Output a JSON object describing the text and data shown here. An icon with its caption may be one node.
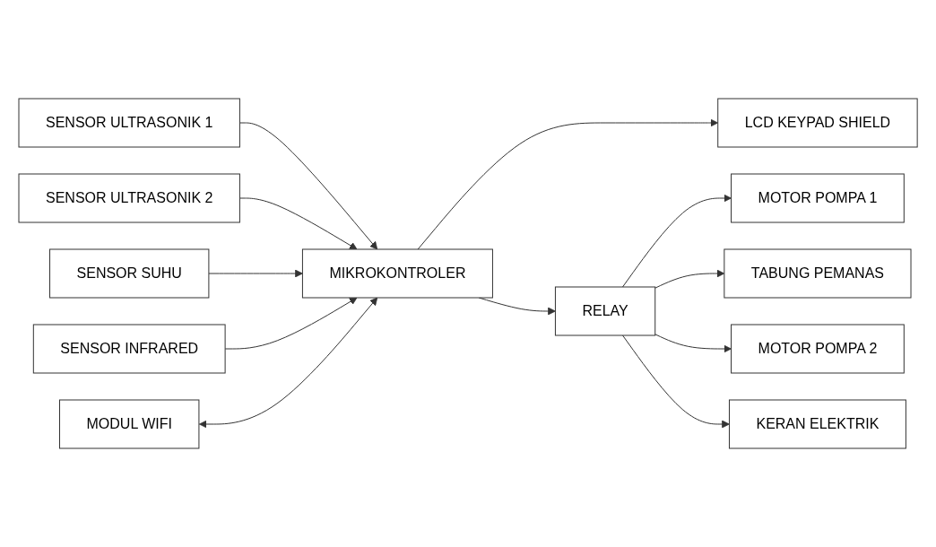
{
  "diagram": {
    "nodes": [
      {
        "text": [
          "LCD KEYPAD SHIELD"
        ]
      },
      {
        "text": [
          "SENSOR ULTRASONIK 1"
        ]
      },
      {
        "text": [
          "SENSOR ULTRASONIK 2"
        ]
      },
      {
        "text": [
          "SENSOR SUHU"
        ]
      },
      {
        "text": [
          "SENSOR INFRARED"
        ]
      },
      {
        "text": [
          "MODUL WIFI"
        ]
      },
      {
        "text": [
          "MIKROKONTROLER"
        ]
      },
      {
        "text": [
          "RELAY"
        ]
      },
      {
        "text": [
          "MOTOR POMPA 1"
        ]
      },
      {
        "text": [
          "TABUNG PEMANAS"
        ]
      },
      {
        "text": [
          "MOTOR POMPA 2"
        ]
      },
      {
        "text": [
          "KERAN ELEKTRIK"
        ]
      }
    ],
    "edges": [
      {
        "from": 6,
        "to": 0,
        "arrow": "to"
      },
      {
        "from": 1,
        "to": 6,
        "arrow": "to"
      },
      {
        "from": 2,
        "to": 6,
        "arrow": "to"
      },
      {
        "from": 3,
        "to": 6,
        "arrow": "to"
      },
      {
        "from": 4,
        "to": 6,
        "arrow": "to"
      },
      {
        "from": 5,
        "to": 6,
        "arrow": "both"
      },
      {
        "from": 6,
        "to": 7,
        "arrow": "to"
      },
      {
        "from": 7,
        "to": 8,
        "arrow": "to"
      },
      {
        "from": 7,
        "to": 9,
        "arrow": "to"
      },
      {
        "from": 7,
        "to": 10,
        "arrow": "to"
      },
      {
        "from": 7,
        "to": 11,
        "arrow": "to"
      }
    ]
  }
}
